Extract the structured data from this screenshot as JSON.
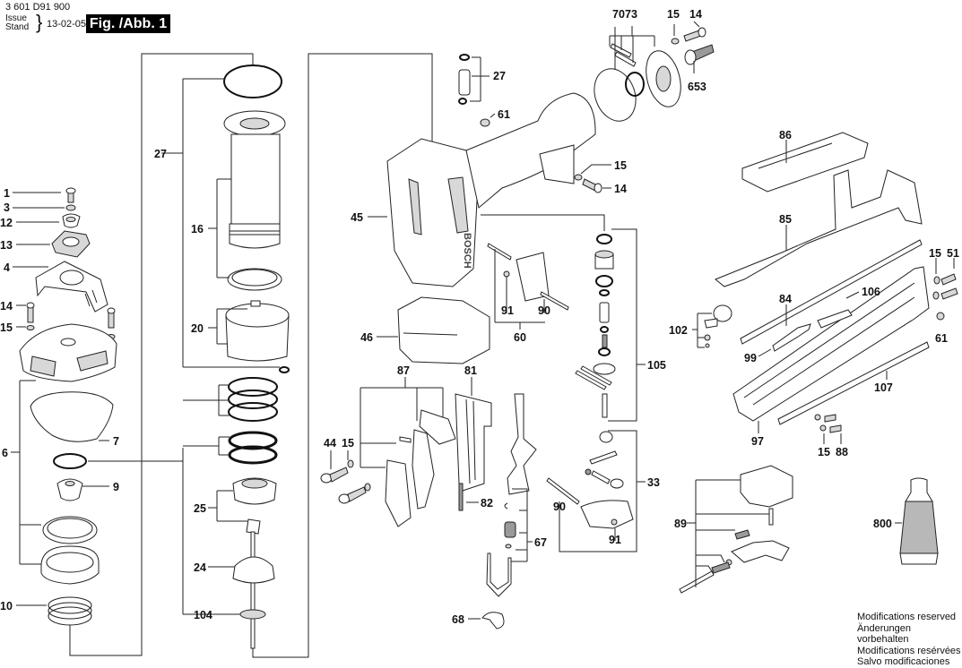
{
  "header": {
    "part_number": "3 601 D91 900",
    "issue_label_en": "Issue",
    "issue_label_de": "Stand",
    "issue_date": "13-02-05",
    "figure_label": "Fig. /Abb. 1"
  },
  "callouts": {
    "c1": "1",
    "c3": "3",
    "c12": "12",
    "c13": "13",
    "c4": "4",
    "c14a": "14",
    "c15a": "15",
    "c6": "6",
    "c7": "7",
    "c9": "9",
    "c10": "10",
    "c27a": "27",
    "c16": "16",
    "c20": "20",
    "c25": "25",
    "c24": "24",
    "c104": "104",
    "c27b": "27",
    "c61a": "61",
    "c45": "45",
    "c46": "46",
    "c70": "70",
    "c73": "73",
    "c15b": "15",
    "c14b": "14",
    "c653": "653",
    "c15c": "15",
    "c14c": "14",
    "c91a": "91",
    "c90a": "90",
    "c60": "60",
    "c105": "105",
    "c87": "87",
    "c81": "81",
    "c44": "44",
    "c15d": "15",
    "c82": "82",
    "c67": "67",
    "c68": "68",
    "c33": "33",
    "c90b": "90",
    "c91b": "91",
    "c86": "86",
    "c85": "85",
    "c84": "84",
    "c106": "106",
    "c15e": "15",
    "c51": "51",
    "c61b": "61",
    "c102": "102",
    "c99": "99",
    "c107": "107",
    "c97": "97",
    "c15f": "15",
    "c88": "88",
    "c89": "89",
    "c800": "800"
  },
  "footer": {
    "lines": [
      "Modifications reserved",
      "Änderungen vorbehalten",
      "Modifications resérvées",
      "Salvo modificaciones"
    ]
  }
}
